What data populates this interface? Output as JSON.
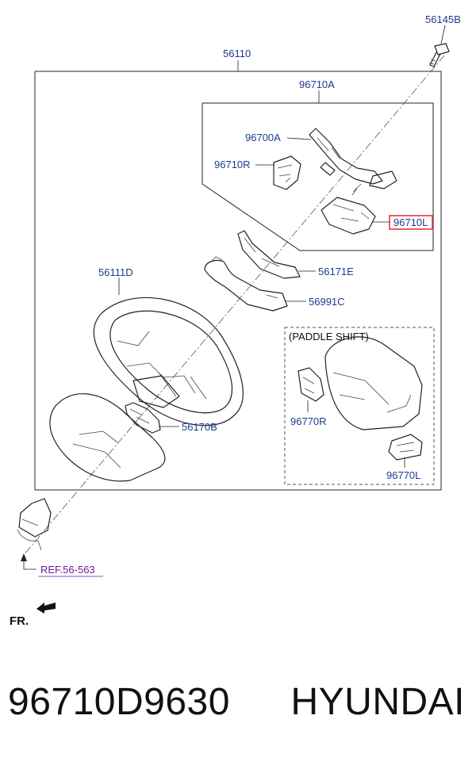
{
  "labels": {
    "bolt": "56145B",
    "wheel_assy": "56110",
    "switch_assy": "96710A",
    "extension_wire": "96700A",
    "switch_right": "96710R",
    "switch_left": "96710L",
    "wheel_body": "56111D",
    "cover_e": "56171E",
    "cover_c": "56991C",
    "cover_b": "56170B",
    "paddle_shift": "(PADDLE SHIFT)",
    "paddle_right": "96770R",
    "paddle_left": "96770L",
    "reference": "REF.56-563",
    "front": "FR."
  },
  "footer": {
    "part_number": "96710D9630",
    "brand": "HYUNDAI"
  },
  "colors": {
    "label": "#1f3a93",
    "highlight": "#e53935",
    "reference": "#6a1b9a"
  }
}
